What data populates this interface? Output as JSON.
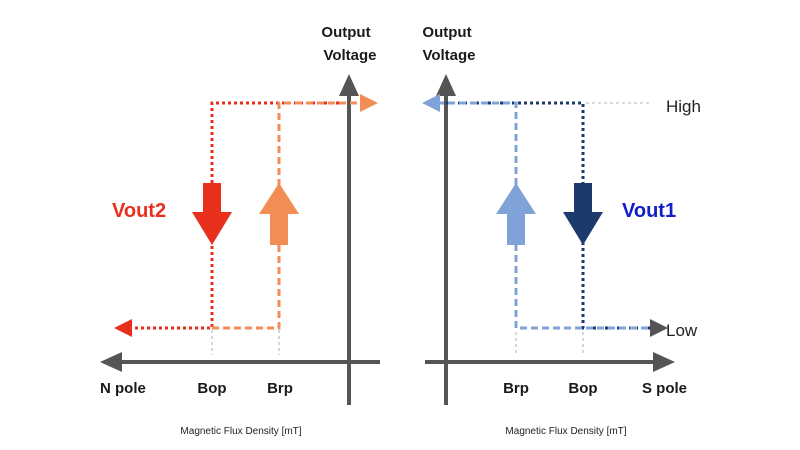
{
  "left_diagram": {
    "y_axis_title_line1": "Output",
    "y_axis_title_line2": "Voltage",
    "left_end_label": "N pole",
    "tick1": "Bop",
    "tick2": "Brp",
    "curve_label": "Vout2",
    "caption": "Magnetic Flux Density [mT]",
    "colors": {
      "vout": "#e8301c",
      "release": "#f28d55"
    }
  },
  "right_diagram": {
    "y_axis_title_line1": "Output",
    "y_axis_title_line2": "Voltage",
    "high_label": "High",
    "low_label": "Low",
    "tick1": "Brp",
    "tick2": "Bop",
    "right_end_label": "S pole",
    "curve_label": "Vout1",
    "caption": "Magnetic Flux Density [mT]",
    "colors": {
      "vout": "#1c3a6b",
      "release": "#7fa3d8",
      "label": "#1020c8"
    }
  }
}
